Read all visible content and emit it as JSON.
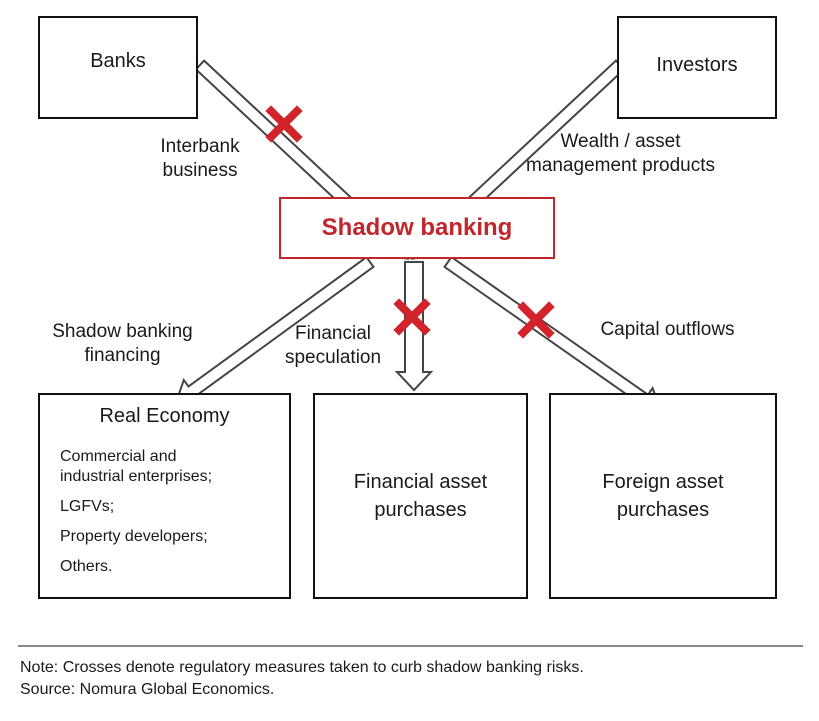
{
  "nodes": {
    "banks": "Banks",
    "investors": "Investors",
    "shadow_banking": "Shadow banking",
    "real_economy": {
      "title": "Real Economy",
      "items": [
        "Commercial and",
        "industrial enterprises;",
        "LGFVs;",
        "Property developers;",
        "Others."
      ]
    },
    "financial_asset": [
      "Financial asset",
      "purchases"
    ],
    "foreign_asset": [
      "Foreign asset",
      "purchases"
    ]
  },
  "edges": {
    "interbank": [
      "Interbank",
      "business"
    ],
    "wealth": [
      "Wealth / asset",
      "management products"
    ],
    "sb_financing": [
      "Shadow banking",
      "financing"
    ],
    "speculation": [
      "Financial",
      "speculation"
    ],
    "capital_outflows": "Capital outflows"
  },
  "note": {
    "line1": "Note: Crosses denote regulatory measures taken to curb shadow banking risks.",
    "line2": "Source: Nomura Global Economics."
  },
  "colors": {
    "cross": "#d0242a",
    "accent": "#c0262b",
    "arrow": "#444444"
  },
  "icons": {
    "cross": "x-mark-icon"
  }
}
